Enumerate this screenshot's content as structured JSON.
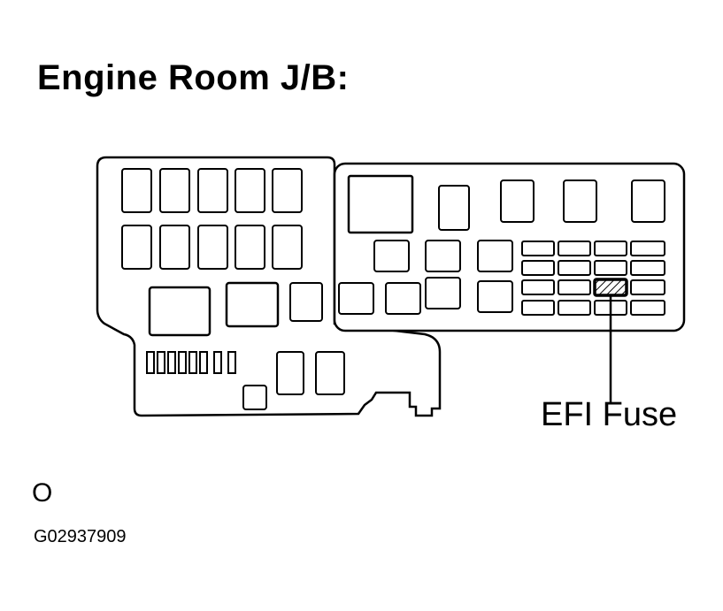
{
  "heading": "Engine Room J/B:",
  "callout": {
    "label": "EFI Fuse"
  },
  "corner_mark": "O",
  "figure_code": "G02937909"
}
